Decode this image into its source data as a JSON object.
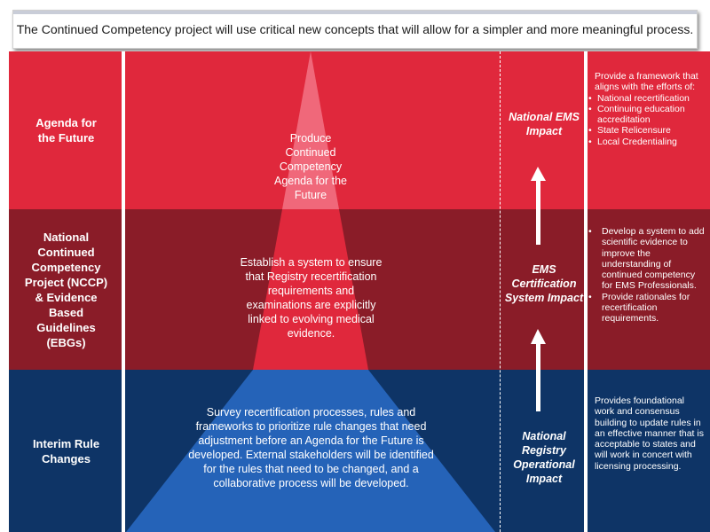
{
  "header": {
    "text": "The Continued Competency project will use critical new concepts that will allow for a simpler and more meaningful process."
  },
  "rows": [
    {
      "label": "Agenda for the Future",
      "pyramid_text": "Produce Continued Competency Agenda for the Future",
      "impact": "National EMS Impact",
      "right_intro": "Provide a framework that aligns with the efforts of:",
      "right_bullets": [
        "National recertification",
        "Continuing education accreditation",
        "State Relicensure",
        "Local Credentialing"
      ]
    },
    {
      "label": "National Continued Competency Project (NCCP) & Evidence Based Guidelines (EBGs)",
      "pyramid_text": "Establish a system to ensure that Registry recertification requirements and examinations are explicitly linked to evolving medical evidence.",
      "impact": "EMS Certification System Impact",
      "right_bullets": [
        "Develop a system to add scientific evidence to improve the understanding of continued competency for EMS Professionals.",
        "Provide rationales for recertification requirements."
      ]
    },
    {
      "label": "Interim Rule Changes",
      "pyramid_text": "Survey recertification processes, rules and frameworks to prioritize rule changes that need adjustment before an Agenda for the Future is developed. External stakeholders will be identified for the rules that need to be changed, and a collaborative process will be developed.",
      "impact": "National Registry Operational Impact",
      "right_intro": "Provides foundational work and consensus building to update rules in an effective manner that is acceptable to states and will work in concert with licensing processing."
    }
  ],
  "colors": {
    "top_band": "#e0283c",
    "mid_band": "#8a1c28",
    "bottom_band": "#0e3466",
    "pyramid_top": "#f0687a",
    "pyramid_mid": "#e0283c",
    "pyramid_bottom": "#2563b8"
  }
}
